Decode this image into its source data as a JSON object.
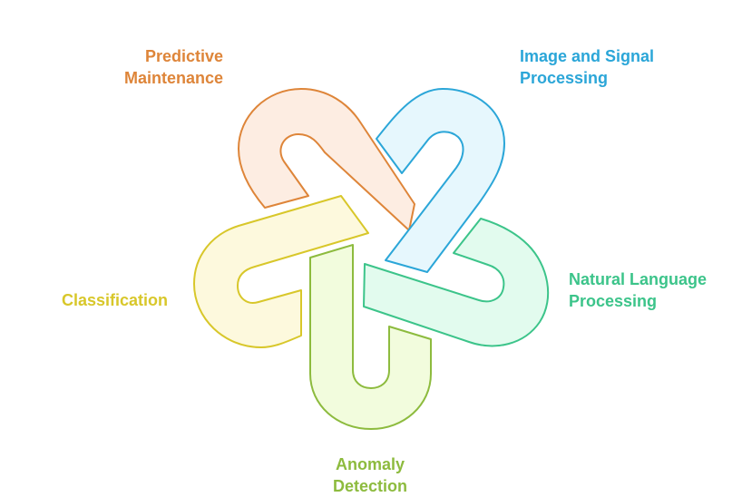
{
  "diagram": {
    "segments": [
      {
        "id": "predictive-maintenance",
        "lines": [
          "Predictive",
          "Maintenance"
        ],
        "stroke": "#DE8539",
        "fill": "#FDEDE2"
      },
      {
        "id": "image-signal-processing",
        "lines": [
          "Image and Signal",
          "Processing"
        ],
        "stroke": "#2BA6D8",
        "fill": "#E6F7FD"
      },
      {
        "id": "natural-language-processing",
        "lines": [
          "Natural Language",
          "Processing"
        ],
        "stroke": "#3CC48A",
        "fill": "#E2FBEE"
      },
      {
        "id": "anomaly-detection",
        "lines": [
          "Anomaly",
          "Detection"
        ],
        "stroke": "#8DBB3E",
        "fill": "#F2FCDD"
      },
      {
        "id": "classification",
        "lines": [
          "Classification"
        ],
        "stroke": "#D8C72A",
        "fill": "#FDF9DD"
      }
    ]
  }
}
